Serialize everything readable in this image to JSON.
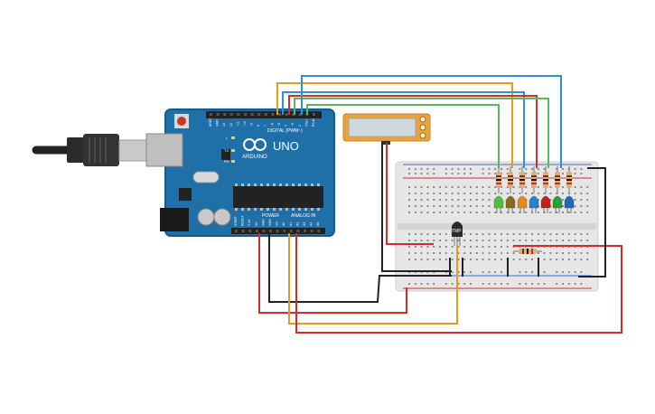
{
  "board": {
    "brand": "ARDUINO",
    "model": "UNO",
    "digital_label": "DIGITAL (PWM~)",
    "power_label": "POWER",
    "analog_label": "ANALOG IN",
    "top_pins": [
      "AREF",
      "GND",
      "13",
      "12",
      "~11",
      "~10",
      "~9",
      "8",
      "7",
      "~6",
      "~5",
      "4",
      "~3",
      "2",
      "TX▸1",
      "RX◂0"
    ],
    "bottom_pins": [
      "IOREF",
      "RESET",
      "3.3V",
      "5V",
      "GND",
      "GND",
      "Vin",
      "A0",
      "A1",
      "A2",
      "A3",
      "A4",
      "A5"
    ],
    "led_labels": [
      "L",
      "TX",
      "RX"
    ],
    "colors": {
      "pcb": "#1f6fa8",
      "pcb_dark": "#175a8a",
      "header": "#222222"
    }
  },
  "sensor": {
    "label": "TMP"
  },
  "leds": [
    {
      "color": "#4fbf3a"
    },
    {
      "color": "#8a6a1e"
    },
    {
      "color": "#e58a1a"
    },
    {
      "color": "#2a7fd0"
    },
    {
      "color": "#c81e1e"
    },
    {
      "color": "#29a038"
    },
    {
      "color": "#1f6ab8"
    }
  ],
  "wire_colors": {
    "green": "#5cb85c",
    "orange": "#e89a1f",
    "blue": "#2f8fd8",
    "red": "#d62b2b",
    "black": "#222222"
  }
}
